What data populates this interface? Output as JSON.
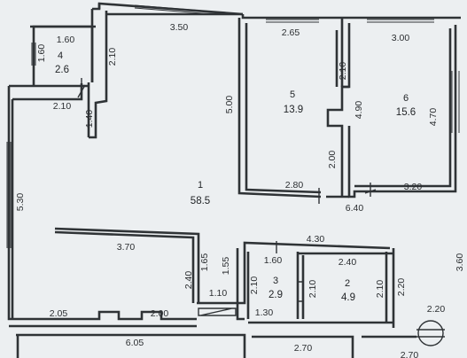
{
  "rooms": [
    {
      "number": "1",
      "area": "58.5"
    },
    {
      "number": "2",
      "area": "4.9"
    },
    {
      "number": "3",
      "area": "2.9"
    },
    {
      "number": "4",
      "area": "2.6"
    },
    {
      "number": "5",
      "area": "13.9"
    },
    {
      "number": "6",
      "area": "15.6"
    }
  ],
  "dimensions": {
    "d_3_50": "3.50",
    "d_2_65": "2.65",
    "d_3_00": "3.00",
    "d_1_60_top": "1.60",
    "d_1_60_v": "1.60",
    "d_2_10_a": "2.10",
    "d_2_10_b": "2.10",
    "d_1_40": "1.40",
    "d_5_00": "5.00",
    "d_2_10_c": "2.10",
    "d_4_90": "4.90",
    "d_4_70": "4.70",
    "d_2_00_v": "2.00",
    "d_2_80": "2.80",
    "d_3_20": "3.20",
    "d_6_40": "6.40",
    "d_5_30": "5.30",
    "d_3_70": "3.70",
    "d_4_30": "4.30",
    "d_1_60_b": "1.60",
    "d_2_40_a": "2.40",
    "d_1_65": "1.65",
    "d_1_55": "1.55",
    "d_2_40_b": "2.40",
    "d_2_10_d": "2.10",
    "d_2_10_e": "2.10",
    "d_2_10_f": "2.10",
    "d_2_20_v": "2.20",
    "d_1_10": "1.10",
    "d_1_30": "1.30",
    "d_2_20_h": "2.20",
    "d_3_60": "3.60",
    "d_2_05": "2.05",
    "d_2_00_h": "2.00",
    "d_6_05": "6.05",
    "d_2_70_a": "2.70",
    "d_2_70_b": "2.70"
  }
}
